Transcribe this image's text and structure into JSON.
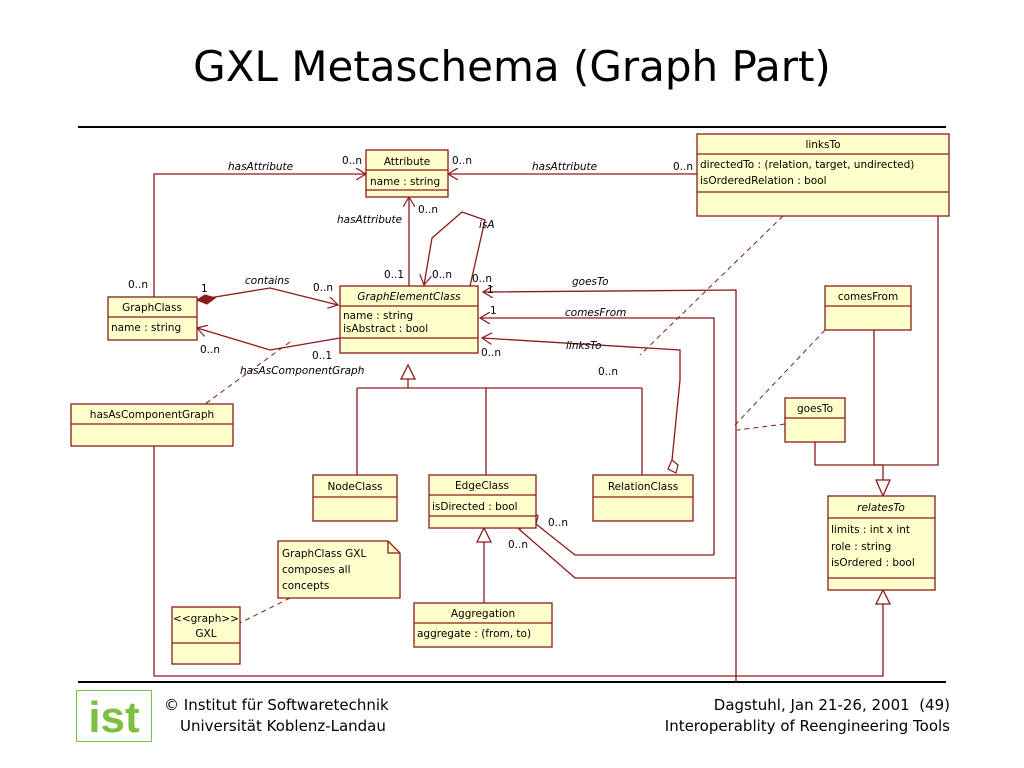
{
  "title": "GXL Metaschema (Graph Part)",
  "classes": {
    "attribute": {
      "name": "Attribute",
      "attrs": [
        "name : string"
      ]
    },
    "linksTo": {
      "name": "linksTo",
      "attrs": [
        "directedTo : (relation, target, undirected)",
        "isOrderedRelation : bool"
      ]
    },
    "graphClass": {
      "name": "GraphClass",
      "attrs": [
        "name : string"
      ]
    },
    "graphElementClass": {
      "name": "GraphElementClass",
      "attrs": [
        "name : string",
        "isAbstract : bool"
      ]
    },
    "comesFrom": {
      "name": "comesFrom",
      "attrs": []
    },
    "goesTo": {
      "name": "goesTo",
      "attrs": []
    },
    "hasAsComponentGraph": {
      "name": "hasAsComponentGraph",
      "attrs": []
    },
    "nodeClass": {
      "name": "NodeClass",
      "attrs": []
    },
    "edgeClass": {
      "name": "EdgeClass",
      "attrs": [
        "isDirected : bool"
      ]
    },
    "relationClass": {
      "name": "RelationClass",
      "attrs": []
    },
    "relatesTo": {
      "name": "relatesTo",
      "attrs": [
        "limits : int x int",
        "role : string",
        "isOrdered : bool"
      ]
    },
    "aggregation": {
      "name": "Aggregation",
      "attrs": [
        "aggregate : (from, to)"
      ]
    },
    "gxl": {
      "name": "GXL",
      "stereotype": "<<graph>>",
      "attrs": []
    }
  },
  "note": [
    "GraphClass GXL",
    "composes all",
    "concepts"
  ],
  "assoc_labels": {
    "hasAttribute_left": "hasAttribute",
    "hasAttribute_right": "hasAttribute",
    "hasAttribute_mid": "hasAttribute",
    "isA": "isA",
    "contains": "contains",
    "hasAsComponentGraph": "hasAsComponentGraph",
    "goesTo": "goesTo",
    "comesFrom": "comesFrom",
    "linksTo": "linksTo"
  },
  "multiplicities": {
    "attr_left": "0..n",
    "attr_right": "0..n",
    "attr_bottom": "0..n",
    "linksTo_left": "0..n",
    "gc_top": "0..n",
    "gc_contains": "1",
    "gc_comp": "0..n",
    "gec_contains": "0..n",
    "gec_comp": "0..1",
    "gec_attr": "0..1",
    "gec_isa1": "0..n",
    "gec_isa2": "0..n",
    "gec_goes": "1",
    "gec_comes": "1",
    "gec_links": "0..n",
    "rel_links": "0..n",
    "edge_goes": "0..n",
    "edge_comes": "0..n"
  },
  "footer": {
    "copyright_symbol": "©",
    "line1": "Institut für Softwaretechnik",
    "line2": "Universität Koblenz-Landau",
    "right1": "Dagstuhl, Jan 21-26, 2001  (49)",
    "right2": "Interoperablity of Reengineering Tools",
    "logo_text": "ist"
  },
  "colors": {
    "class_fill": "#ffffcc",
    "class_stroke": "#8b1a1a",
    "line": "#8b1a1a",
    "logo": "#7ac142"
  }
}
